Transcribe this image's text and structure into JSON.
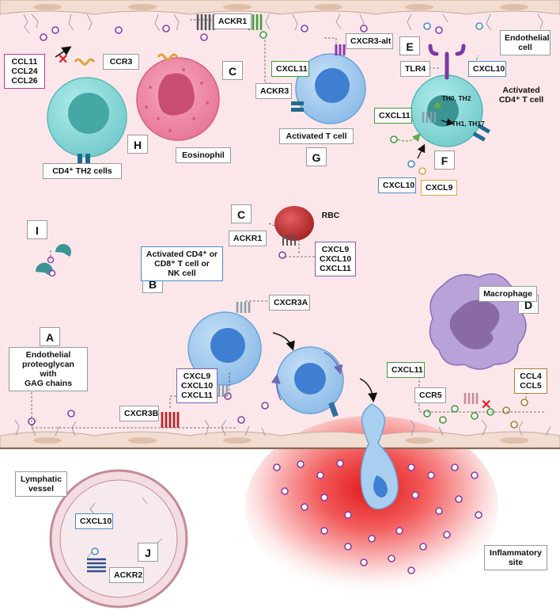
{
  "colors": {
    "tissue_bg": "#fbe7ea",
    "endothelial_cell": "#f1ddd2",
    "nucleus_endo": "#e0bfa9",
    "tcell": "#a9cff0",
    "tcell_nucleus": "#3f7fd1",
    "th2_cell": "#8fdadb",
    "th2_nucleus": "#45a8a5",
    "eosinophil": "#f08ea6",
    "rbc": "#c63a3a",
    "macrophage": "#b8a2d8",
    "chemokine": "#8a3aa8",
    "inflammation": "#e02020",
    "lymphatic": "#f4dde2"
  },
  "letters": {
    "A": "A",
    "B": "B",
    "C1": "C",
    "C2": "C",
    "D": "D",
    "E": "E",
    "F": "F",
    "G": "G",
    "H": "H",
    "I": "I",
    "J": "J"
  },
  "labels": {
    "ccl_list": "CCL11\nCCL24\nCCL26",
    "ccr3": "CCR3",
    "ackr1_top": "ACKR1",
    "ackr3": "ACKR3",
    "cxcl11_top": "CXCL11",
    "cxcr3_alt": "CXCR3-alt",
    "endothelial_cell": "Endothelial\ncell",
    "tlr4": "TLR4",
    "cxcl10_top": "CXCL10",
    "activated_cd4": "Activated\nCD4⁺ T cell",
    "th1_th17": "TH1, TH17",
    "th0_th2": "TH0, TH2",
    "cxcl11_f": "CXCL11",
    "cxcl10_f": "CXCL10",
    "cxcl9_f": "CXCL9",
    "eosinophil": "Eosinophil",
    "th2_cells": "CD4⁺ TH2 cells",
    "activated_tcell": "Activated T cell",
    "rbc": "RBC",
    "ackr1_mid": "ACKR1",
    "cxcl_trio_rbc": "CXCL9\nCXCL10\nCXCL11",
    "activated_cd4_cd8": "Activated CD4⁺ or\nCD8⁺ T cell or\nNK cell",
    "cxcr3a": "CXCR3A",
    "macrophage": "Macrophage",
    "proteoglycan": "Endothelial\nproteoglycan with\nGAG chains",
    "cxcl_trio_a": "CXCL9\nCXCL10\nCXCL11",
    "cxcr3b": "CXCR3B",
    "cxcl11_d": "CXCL11",
    "ccr5": "CCR5",
    "ccl4_ccl5": "CCL4\nCCL5",
    "lymphatic_vessel": "Lymphatic\nvessel",
    "cxcl10_j": "CXCL10",
    "ackr2": "ACKR2",
    "inflammatory_site": "Inflammatory\nsite"
  }
}
